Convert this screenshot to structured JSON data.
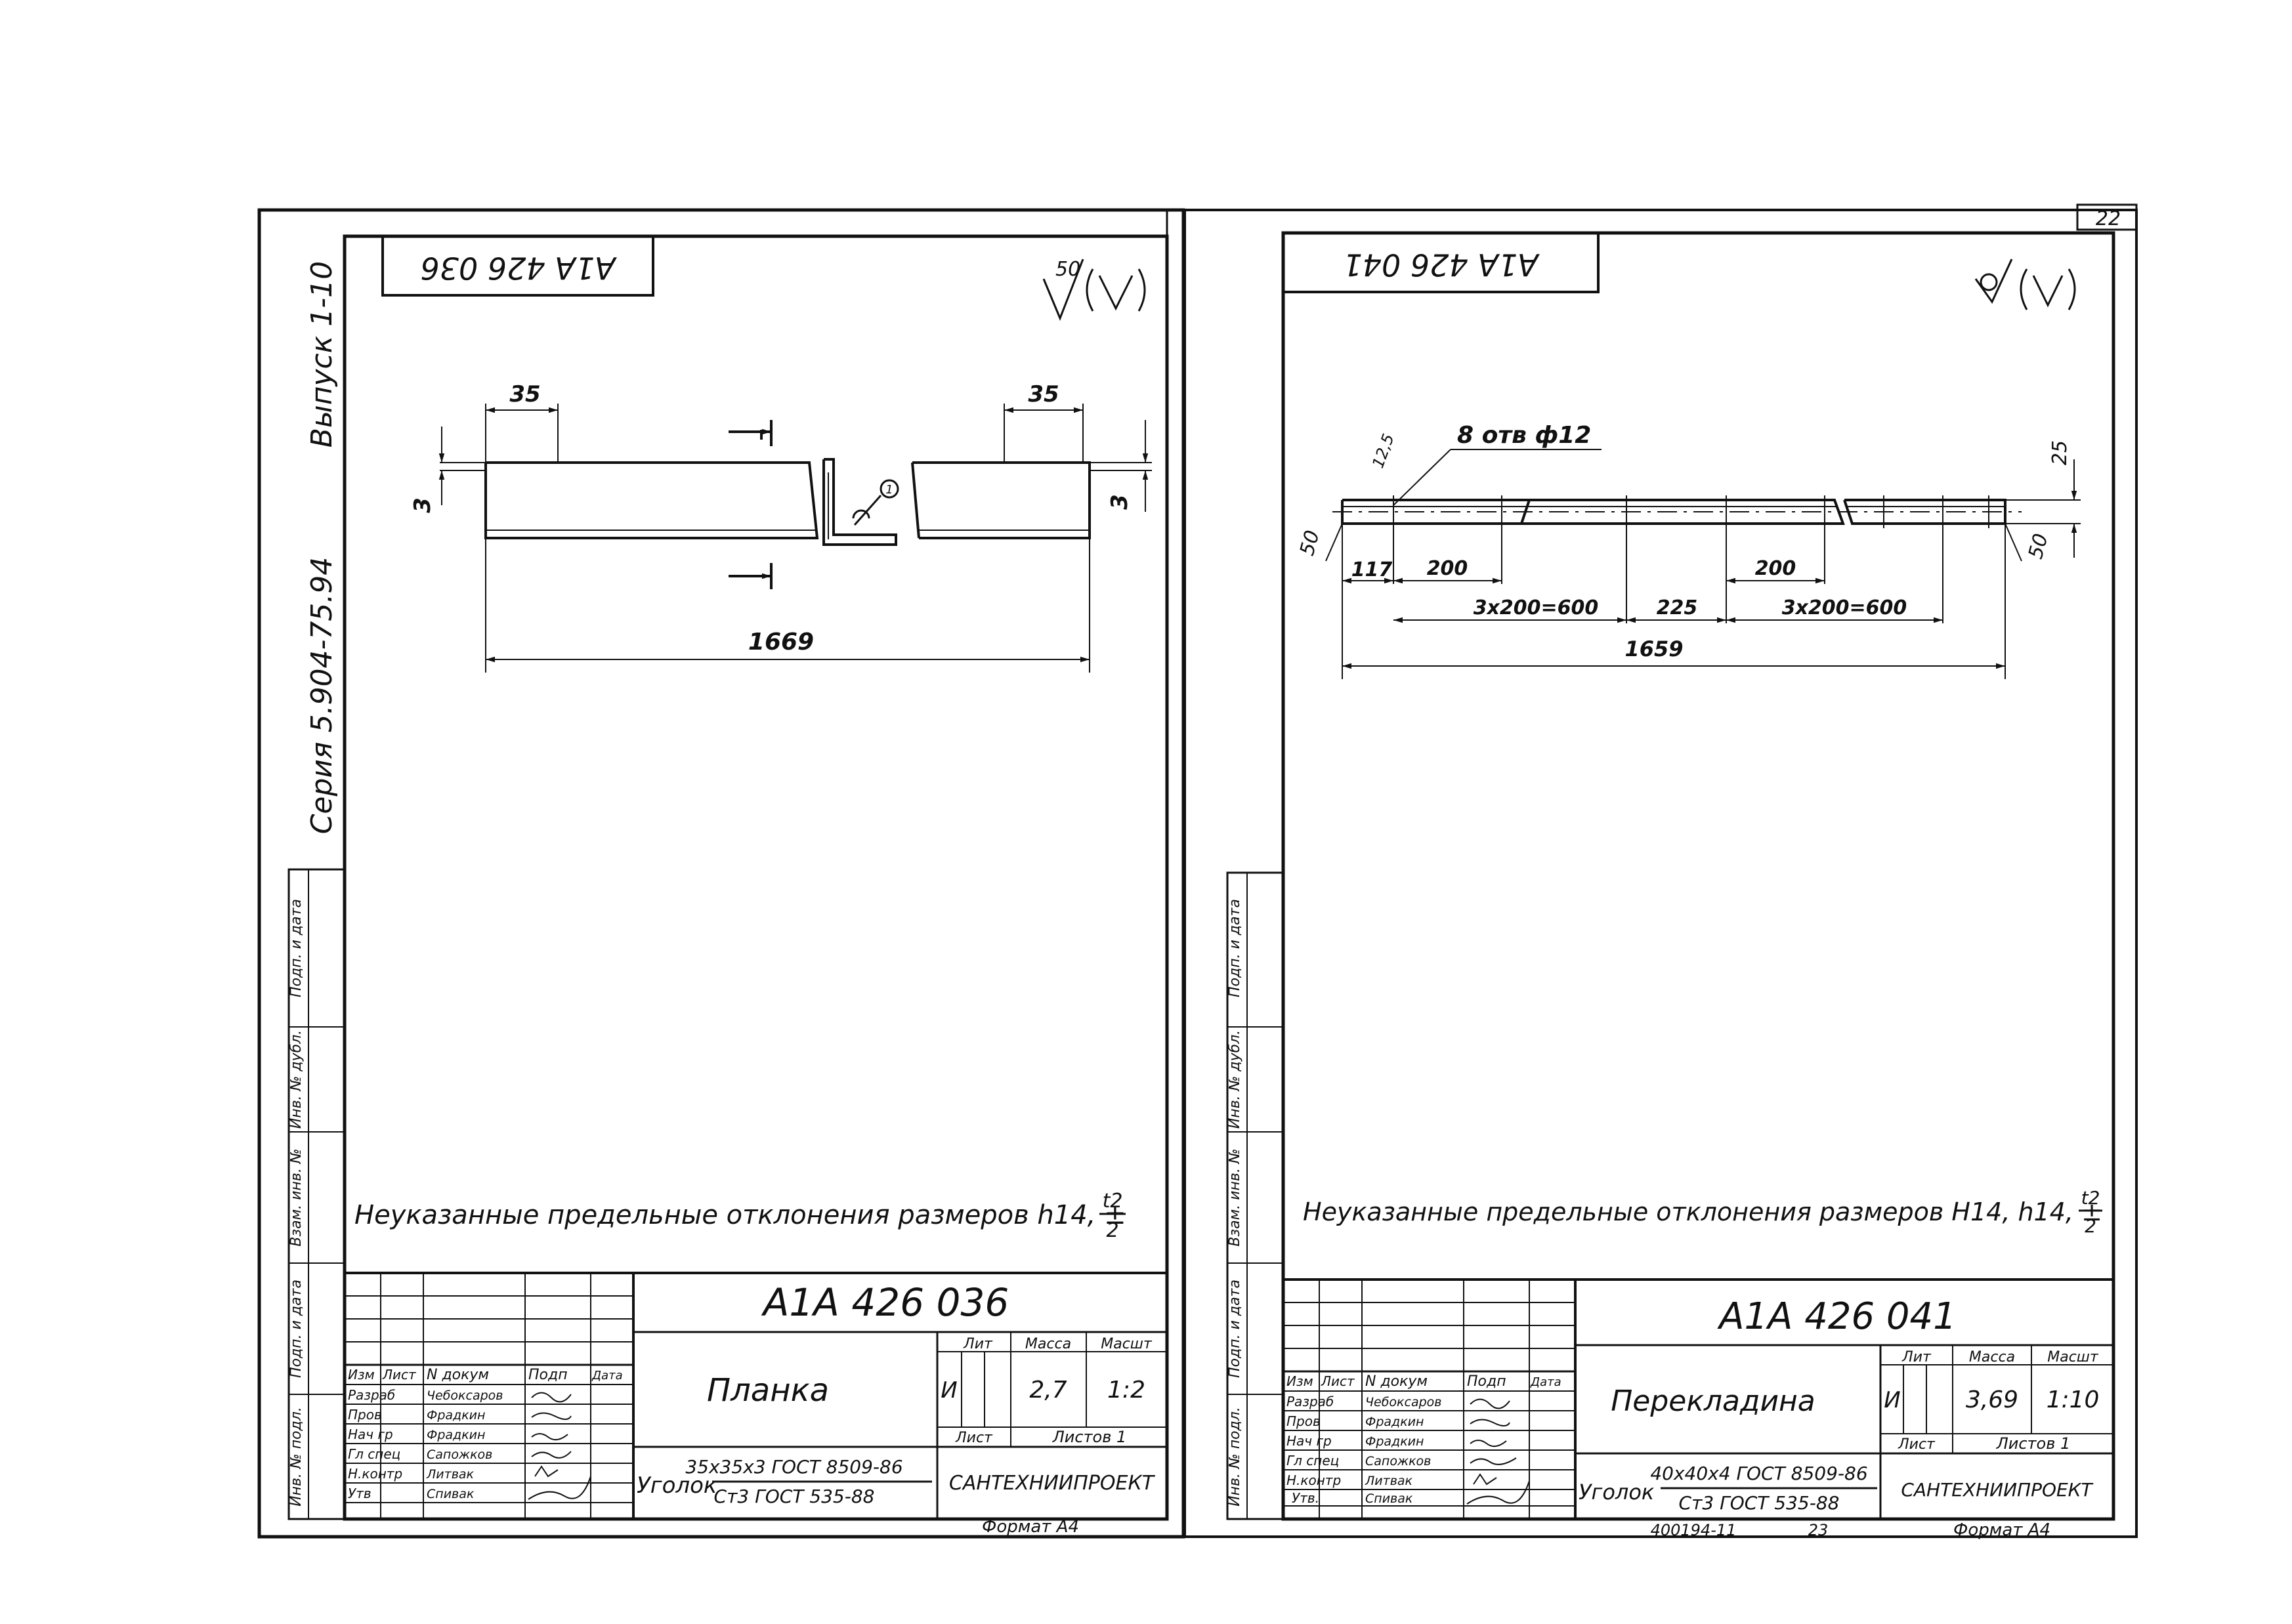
{
  "page_corner_number": "22",
  "left_sheet": {
    "top_code": "A1A 426 036",
    "roughness": "50",
    "series_text": "Серия 5.904-75.94",
    "issue_text": "Выпуск 1-10",
    "dims": {
      "flange_left": "35",
      "flange_right": "35",
      "thickness_left": "3",
      "thickness_right": "3",
      "length": "1669"
    },
    "weld_mark": "1",
    "note": "Неуказанные предельные отклонения размеров h14, ±",
    "note_fraction": {
      "num": "t2",
      "den": "2"
    },
    "side_labels": [
      "Подп. и дата",
      "Инв. № дубл.",
      "Взам. инв. №",
      "Подп. и дата",
      "Инв. № подл."
    ],
    "title_block": {
      "doc_code": "A1A 426 036",
      "name": "Планка",
      "material_prefix": "Уголок",
      "material_top": "35x35x3 ГОСТ 8509-86",
      "material_bottom": "Ст3 ГОСТ 535-88",
      "org": "САНТЕХНИИПРОЕКТ",
      "headers": {
        "izm": "Изм",
        "list": "Лист",
        "doc": "N докум",
        "sign": "Подп",
        "date": "Дата"
      },
      "lit_label": "Лит",
      "mass_label": "Масса",
      "scale_label": "Масшт",
      "lit": "И",
      "mass": "2,7",
      "scale": "1:2",
      "sheet_label": "Лист",
      "sheets_label": "Листов 1",
      "roles": [
        "Разраб",
        "Пров",
        "Нач гр",
        "Гл спец",
        "Н.контр",
        "Утв"
      ],
      "names": [
        "Чебоксаров",
        "Фрадкин",
        "Фрадкин",
        "Сапожков",
        "Литвак",
        "Спивак"
      ]
    },
    "format": "Формат А4"
  },
  "right_sheet": {
    "top_code": "A1A 426 041",
    "dims": {
      "holes_note": "8 отв ф12",
      "roughness_hole": "12,5",
      "top_right": "25",
      "end_left": "50",
      "end_right": "50",
      "first": "117",
      "pitch1": "200",
      "pitch2": "200",
      "group1": "3x200=600",
      "gap": "225",
      "group2": "3x200=600",
      "length": "1659"
    },
    "note": "Неуказанные предельные отклонения размеров H14, h14, ±",
    "note_fraction": {
      "num": "t2",
      "den": "2"
    },
    "side_labels": [
      "Подп. и дата",
      "Инв. № дубл.",
      "Взам. инв. №",
      "Подп. и дата",
      "Инв. № подл."
    ],
    "title_block": {
      "doc_code": "A1A 426 041",
      "name": "Перекладина",
      "material_prefix": "Уголок",
      "material_top": "40x40x4 ГОСТ 8509-86",
      "material_bottom": "Ст3 ГОСТ 535-88",
      "org": "САНТЕХНИИПРОЕКТ",
      "headers": {
        "izm": "Изм",
        "list": "Лист",
        "doc": "N докум",
        "sign": "Подп",
        "date": "Дата"
      },
      "lit_label": "Лит",
      "mass_label": "Масса",
      "scale_label": "Масшт",
      "lit": "И",
      "mass": "3,69",
      "scale": "1:10",
      "sheet_label": "Лист",
      "sheets_label": "Листов 1",
      "roles": [
        "Разраб",
        "Пров",
        "Нач гр",
        "Гл спец",
        "Н.контр",
        "Утв."
      ],
      "names": [
        "Чебоксаров",
        "Фрадкин",
        "Фрадкин",
        "Сапожков",
        "Литвак",
        "Спивак"
      ]
    },
    "bottom_code": "400194-11",
    "bottom_page": "23",
    "format": "Формат А4"
  }
}
